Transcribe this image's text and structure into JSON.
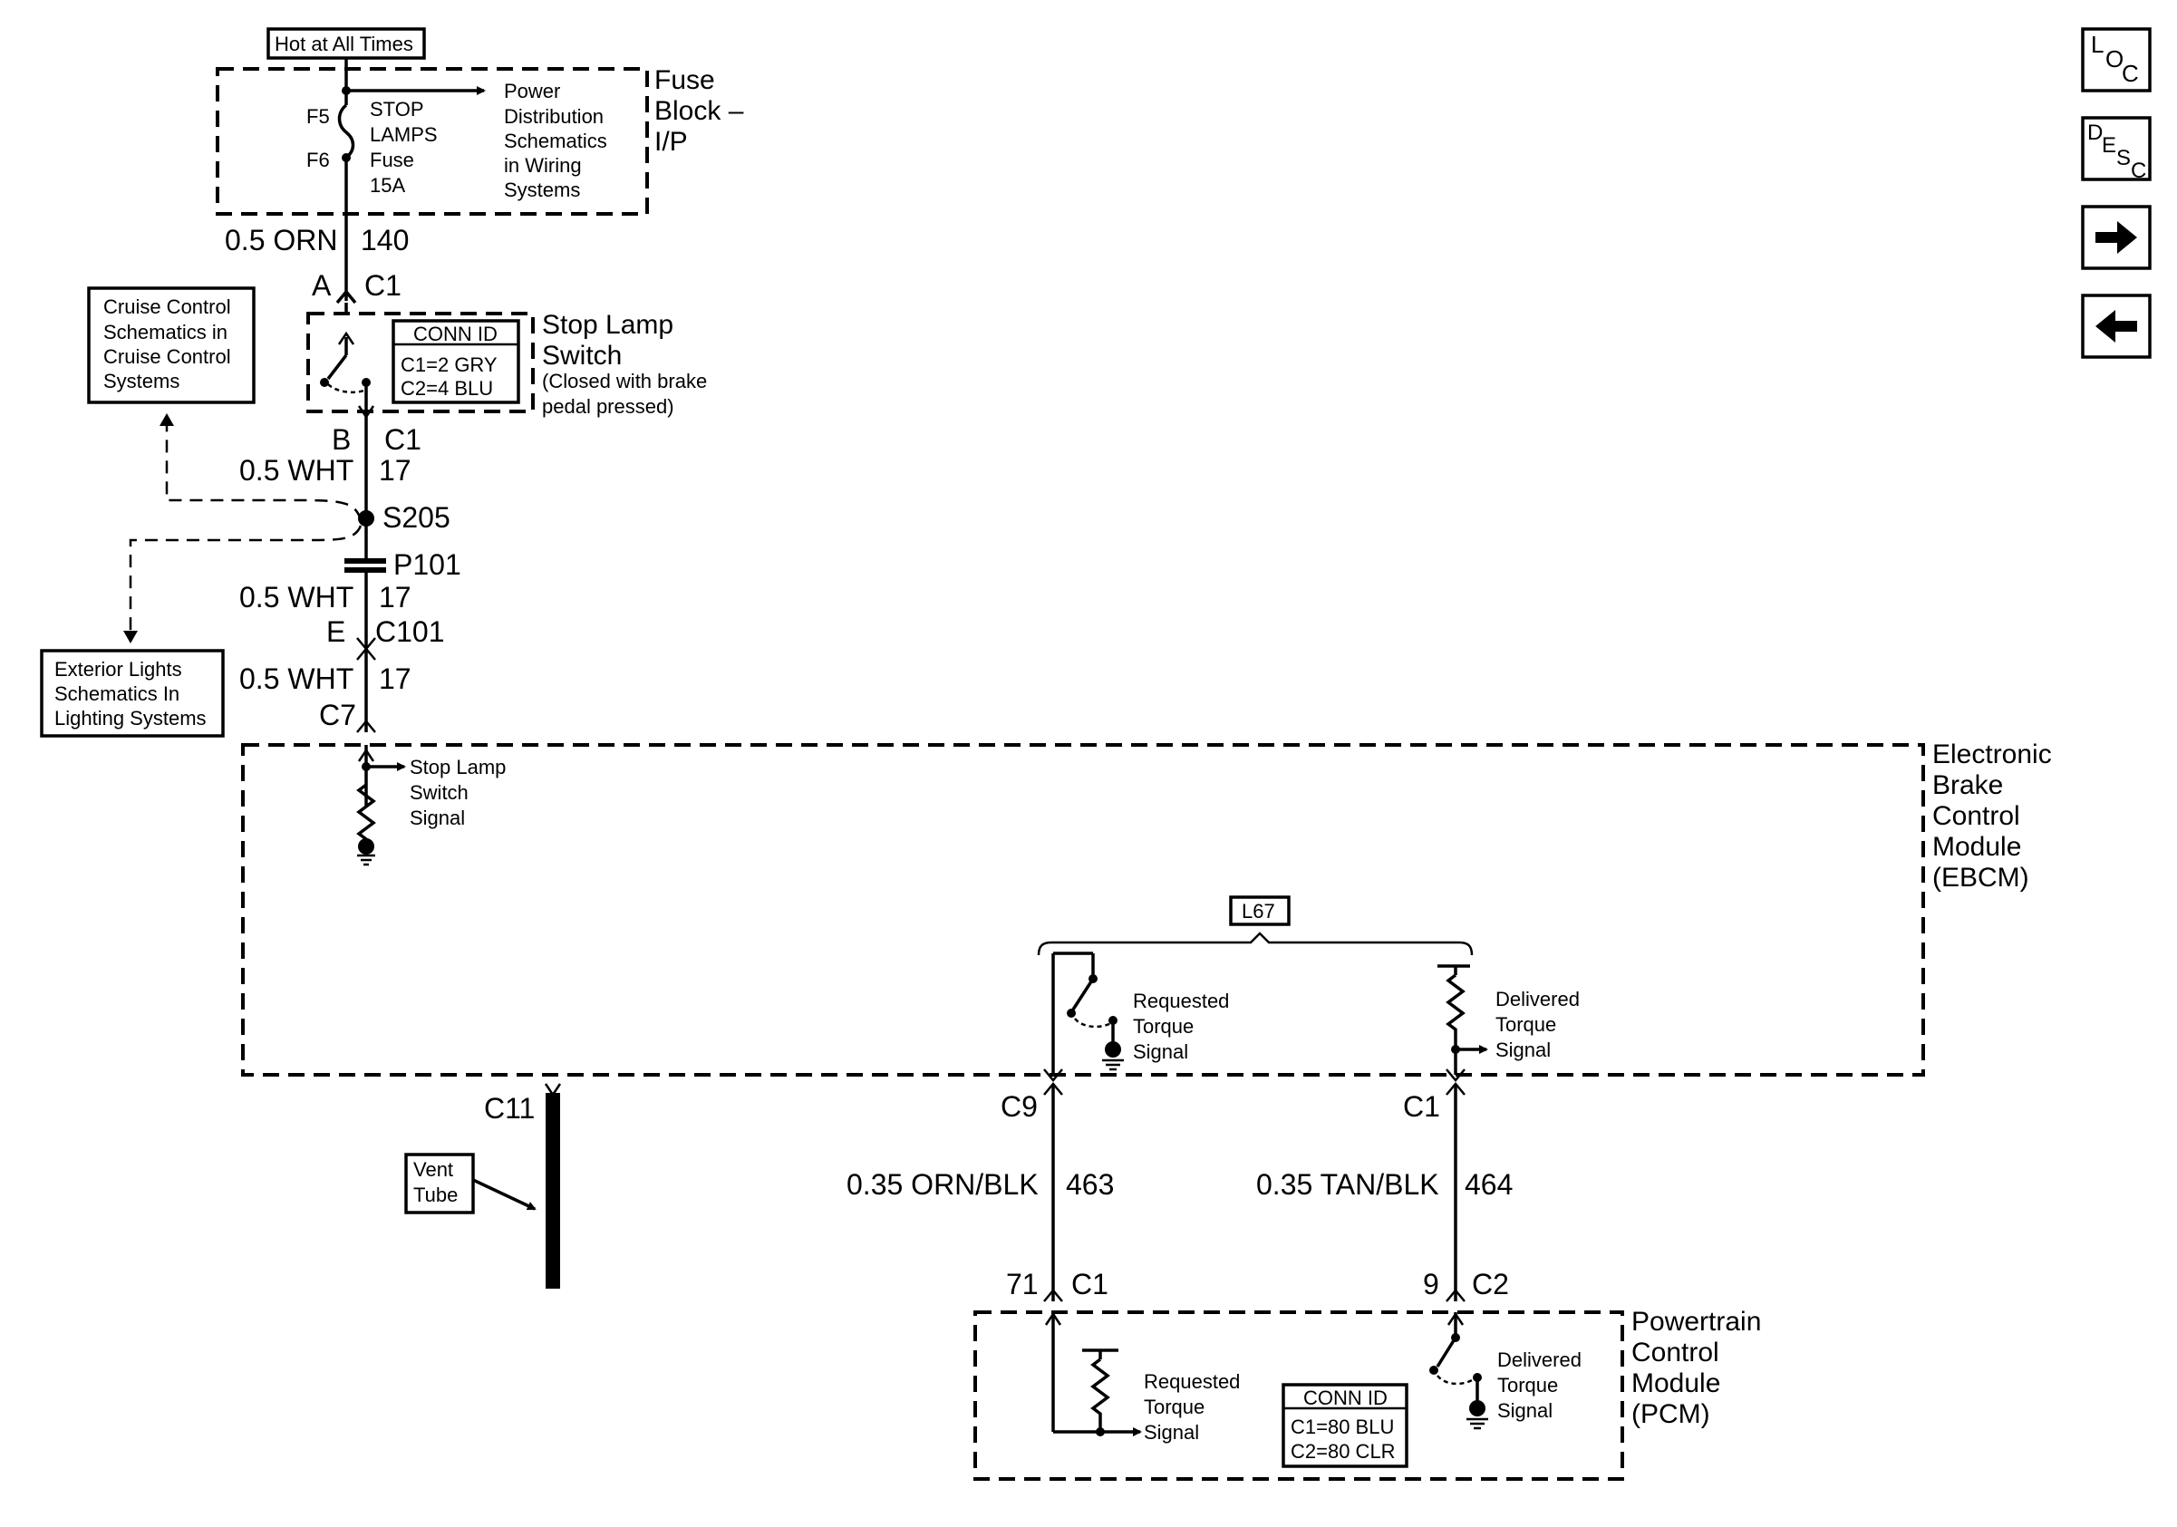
{
  "nav": {
    "loc": {
      "l": "L",
      "o": "O",
      "c": "C"
    },
    "desc": {
      "d": "D",
      "e": "E",
      "s": "S",
      "c": "C"
    },
    "next_icon": "arrow-right-icon",
    "prev_icon": "arrow-left-icon"
  },
  "fuse_block": {
    "hot_label": "Hot at All Times",
    "name_lines": [
      "Fuse",
      "Block –",
      "I/P"
    ],
    "f5": "F5",
    "f6": "F6",
    "fuse_lines": [
      "STOP",
      "LAMPS",
      "Fuse",
      "15A"
    ],
    "power_lines": [
      "Power",
      "Distribution",
      "Schematics",
      "in Wiring",
      "Systems"
    ]
  },
  "wire_140": {
    "gauge": "0.5 ORN",
    "circuit": "140"
  },
  "conn_a_c1": {
    "pin": "A",
    "conn": "C1"
  },
  "stop_switch": {
    "name_lines": [
      "Stop Lamp",
      "Switch"
    ],
    "note_lines": [
      "(Closed with brake",
      "pedal pressed)"
    ],
    "conn_id_title": "CONN ID",
    "conn_id_lines": [
      "C1=2 GRY",
      "C2=4 BLU"
    ]
  },
  "conn_b_c1": {
    "pin": "B",
    "conn": "C1"
  },
  "wire_17a": {
    "gauge": "0.5 WHT",
    "circuit": "17"
  },
  "splice": "S205",
  "p101": "P101",
  "wire_17b": {
    "gauge": "0.5 WHT",
    "circuit": "17"
  },
  "conn_e_c101": {
    "pin": "E",
    "conn": "C101"
  },
  "wire_17c": {
    "gauge": "0.5 WHT",
    "circuit": "17"
  },
  "conn_c7": "C7",
  "cruise_ref_lines": [
    "Cruise Control",
    "Schematics in",
    "Cruise Control",
    "Systems"
  ],
  "exterior_ref_lines": [
    "Exterior Lights",
    "Schematics In",
    "Lighting Systems"
  ],
  "ebcm": {
    "name_lines": [
      "Electronic",
      "Brake",
      "Control",
      "Module",
      "(EBCM)"
    ],
    "stop_signal_lines": [
      "Stop Lamp",
      "Switch",
      "Signal"
    ],
    "option": "L67",
    "req_lines": [
      "Requested",
      "Torque",
      "Signal"
    ],
    "del_lines": [
      "Delivered",
      "Torque",
      "Signal"
    ]
  },
  "c11": "C11",
  "vent_tube_lines": [
    "Vent",
    "Tube"
  ],
  "c9": "C9",
  "c1_ebcm": "C1",
  "wire_463": {
    "gauge": "0.35 ORN/BLK",
    "circuit": "463"
  },
  "wire_464": {
    "gauge": "0.35 TAN/BLK",
    "circuit": "464"
  },
  "pcm_conn_71": {
    "pin": "71",
    "conn": "C1"
  },
  "pcm_conn_9": {
    "pin": "9",
    "conn": "C2"
  },
  "pcm": {
    "name_lines": [
      "Powertrain",
      "Control",
      "Module",
      "(PCM)"
    ],
    "req_lines": [
      "Requested",
      "Torque",
      "Signal"
    ],
    "del_lines": [
      "Delivered",
      "Torque",
      "Signal"
    ],
    "conn_id_title": "CONN ID",
    "conn_id_lines": [
      "C1=80 BLU",
      "C2=80 CLR"
    ]
  }
}
